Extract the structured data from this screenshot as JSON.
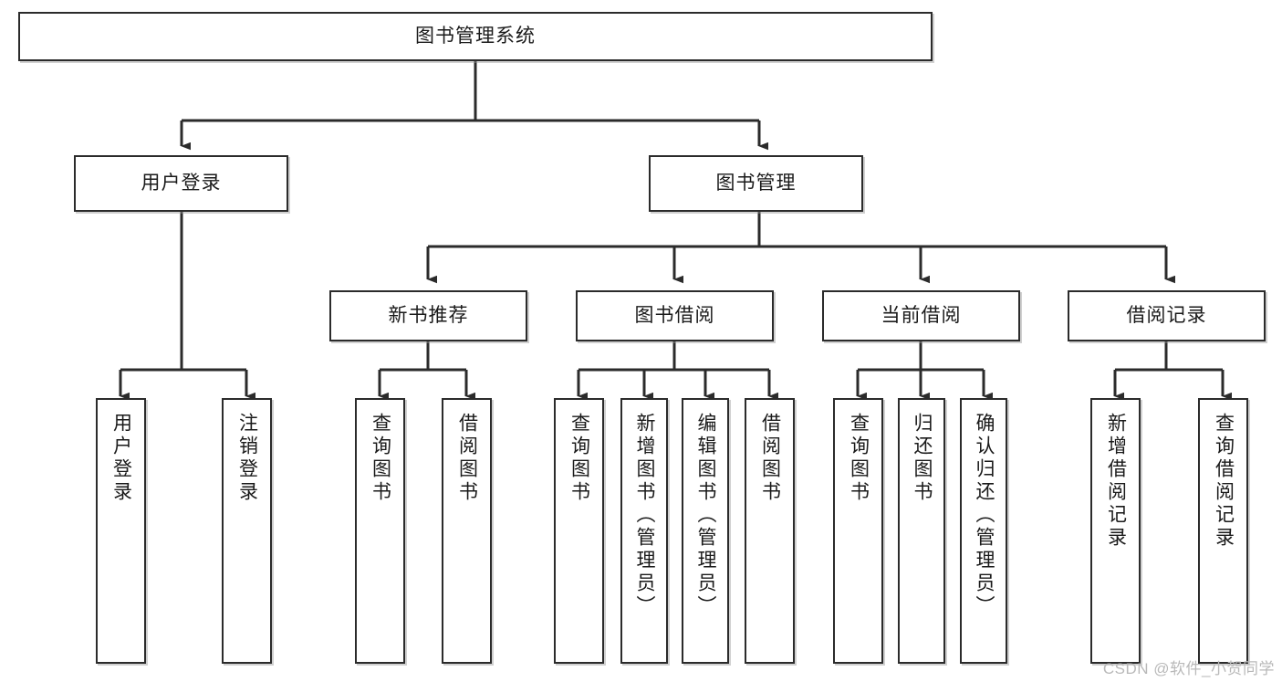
{
  "diagram": {
    "title": "图书管理系统",
    "type": "tree",
    "root": {
      "id": "root",
      "label": "图书管理系统"
    },
    "level1": [
      {
        "id": "user-login",
        "label": "用户登录"
      },
      {
        "id": "book-manage",
        "label": "图书管理"
      }
    ],
    "level2": [
      {
        "id": "new-book-rec",
        "label": "新书推荐",
        "parent": "book-manage"
      },
      {
        "id": "book-borrow",
        "label": "图书借阅",
        "parent": "book-manage"
      },
      {
        "id": "current-borrow",
        "label": "当前借阅",
        "parent": "book-manage"
      },
      {
        "id": "borrow-record",
        "label": "借阅记录",
        "parent": "book-manage"
      }
    ],
    "leaves": [
      {
        "id": "leaf-user-login",
        "label": "用户登录",
        "parent": "user-login"
      },
      {
        "id": "leaf-logout",
        "label": "注销登录",
        "parent": "user-login"
      },
      {
        "id": "leaf-query-book-1",
        "label": "查询图书",
        "parent": "new-book-rec"
      },
      {
        "id": "leaf-borrow-book-1",
        "label": "借阅图书",
        "parent": "new-book-rec"
      },
      {
        "id": "leaf-query-book-2",
        "label": "查询图书",
        "parent": "book-borrow"
      },
      {
        "id": "leaf-add-book",
        "label": "新增图书（管理员）",
        "parent": "book-borrow"
      },
      {
        "id": "leaf-edit-book",
        "label": "编辑图书（管理员）",
        "parent": "book-borrow"
      },
      {
        "id": "leaf-borrow-book-2",
        "label": "借阅图书",
        "parent": "book-borrow"
      },
      {
        "id": "leaf-query-book-3",
        "label": "查询图书",
        "parent": "current-borrow"
      },
      {
        "id": "leaf-return-book",
        "label": "归还图书",
        "parent": "current-borrow"
      },
      {
        "id": "leaf-confirm-return",
        "label": "确认归还（管理员）",
        "parent": "current-borrow"
      },
      {
        "id": "leaf-add-record",
        "label": "新增借阅记录",
        "parent": "borrow-record"
      },
      {
        "id": "leaf-query-record",
        "label": "查询借阅记录",
        "parent": "borrow-record"
      }
    ],
    "colors": {
      "box_border": "#2b2b2b",
      "box_fill": "#ffffff",
      "connector": "#2b2b2b",
      "text": "#1a1a1a",
      "watermark": "#b9b9b9"
    }
  },
  "watermark": {
    "text": "CSDN @软件_小贺同学"
  }
}
